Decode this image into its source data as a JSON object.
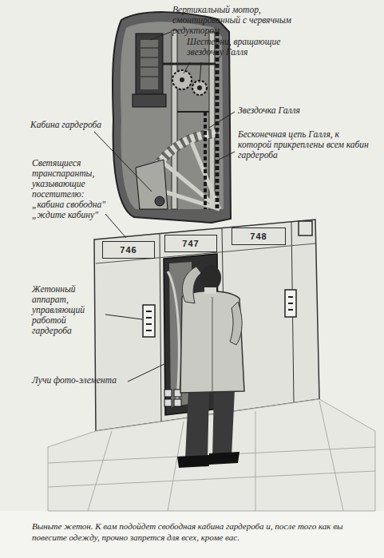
{
  "diagram": {
    "caption": "Выньте жетон. К вам подойдет свободная кабина гардероба и, после того как вы повесите одежду, прочно запрется для всех, кроме вас.",
    "nodes": [
      {
        "text": [
          "746"
        ]
      },
      {
        "text": [
          "747"
        ]
      },
      {
        "text": [
          "748"
        ]
      }
    ],
    "labels": [
      "Вертикальный мотор, смонтированный с червячным редуктором",
      "Шестерни, вращающие звездочку Галля",
      "Звездочка Галля",
      "Бесконечная цепь Галля, к которой прикреплены всем кабин гардероба",
      "Кабина гардероба",
      "Светящиеся транспаранты, указывающие посетителю: „кабина свободна\" „ждите кабину\"",
      "Жетонный аппарат, управляющий работой гардероба",
      "Лучи фото-элемента"
    ]
  }
}
